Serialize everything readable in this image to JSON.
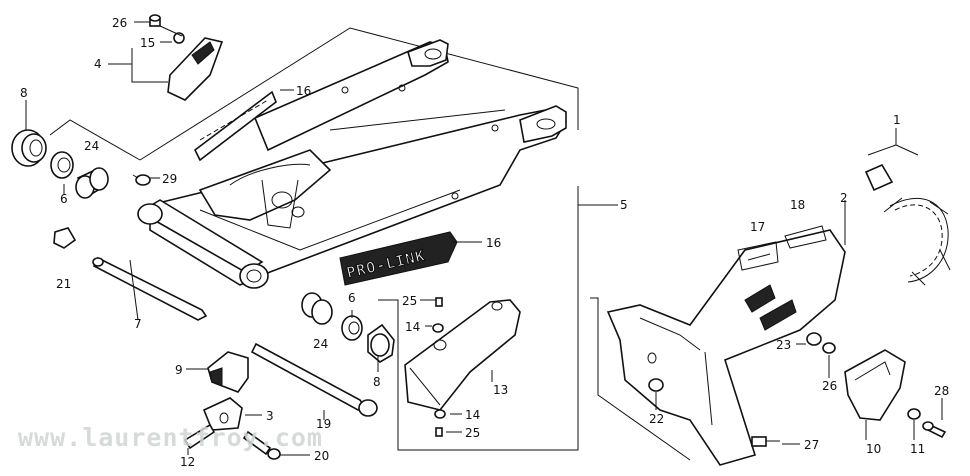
{
  "watermark": "www.laurentfroy.com",
  "decal_text": "PRO-LINK",
  "callouts": [
    {
      "id": "c26a",
      "text": "26"
    },
    {
      "id": "c15a",
      "text": "15"
    },
    {
      "id": "c4",
      "text": "4"
    },
    {
      "id": "c8a",
      "text": "8"
    },
    {
      "id": "c16a",
      "text": "16"
    },
    {
      "id": "c24a",
      "text": "24"
    },
    {
      "id": "c29",
      "text": "29"
    },
    {
      "id": "c6a",
      "text": "6"
    },
    {
      "id": "c21",
      "text": "21"
    },
    {
      "id": "c7",
      "text": "7"
    },
    {
      "id": "c16b",
      "text": "16"
    },
    {
      "id": "c5",
      "text": "5"
    },
    {
      "id": "c1",
      "text": "1"
    },
    {
      "id": "c17",
      "text": "17"
    },
    {
      "id": "c18",
      "text": "18"
    },
    {
      "id": "c2",
      "text": "2"
    },
    {
      "id": "c25a",
      "text": "25"
    },
    {
      "id": "c6b",
      "text": "6"
    },
    {
      "id": "c14a",
      "text": "14"
    },
    {
      "id": "c24b",
      "text": "24"
    },
    {
      "id": "c9",
      "text": "9"
    },
    {
      "id": "c8b",
      "text": "8"
    },
    {
      "id": "c13",
      "text": "13"
    },
    {
      "id": "c3",
      "text": "3"
    },
    {
      "id": "c19",
      "text": "19"
    },
    {
      "id": "c14b",
      "text": "14"
    },
    {
      "id": "c25b",
      "text": "25"
    },
    {
      "id": "c12",
      "text": "12"
    },
    {
      "id": "c20",
      "text": "20"
    },
    {
      "id": "c22",
      "text": "22"
    },
    {
      "id": "c23",
      "text": "23"
    },
    {
      "id": "c26b",
      "text": "26"
    },
    {
      "id": "c10",
      "text": "10"
    },
    {
      "id": "c11",
      "text": "11"
    },
    {
      "id": "c27",
      "text": "27"
    },
    {
      "id": "c28",
      "text": "28"
    }
  ]
}
